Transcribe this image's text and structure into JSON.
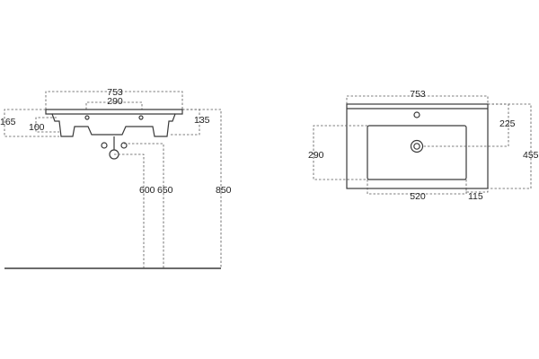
{
  "side_view": {
    "width": "753",
    "holes_spacing": "290",
    "height_left": "165",
    "drop_left": "100",
    "depth_right": "135",
    "trap_height_a": "600",
    "trap_height_b": "650",
    "install_height": "850"
  },
  "top_view": {
    "width": "753",
    "basin_width": "520",
    "basin_depth": "290",
    "tap_offset": "225",
    "depth": "455",
    "edge_offset": "115"
  }
}
